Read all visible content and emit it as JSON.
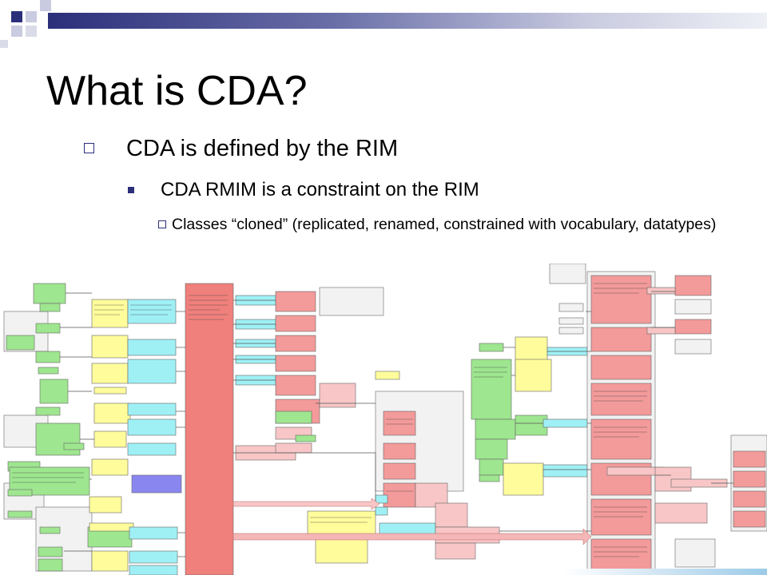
{
  "slide": {
    "title": "What is CDA?",
    "bullet_level1": "CDA is defined by the RIM",
    "bullet_level2": "CDA RMIM is a constraint on the RIM",
    "bullet_level3": "Classes “cloned” (replicated, renamed, constrained with vocabulary, datatypes)"
  },
  "diagram": {
    "description_icon": "cda-rmim-diagram",
    "colors": {
      "act": "#f39a9a",
      "entity": "#9ee68f",
      "role": "#fffc9c",
      "participation": "#9ff0f5",
      "act_relationship": "#f8c6c6",
      "choice": "#e6e6e6",
      "other": "#8a86f0",
      "main_act": "#f0807c"
    }
  },
  "theme": {
    "accent": "#2b2f7a"
  }
}
